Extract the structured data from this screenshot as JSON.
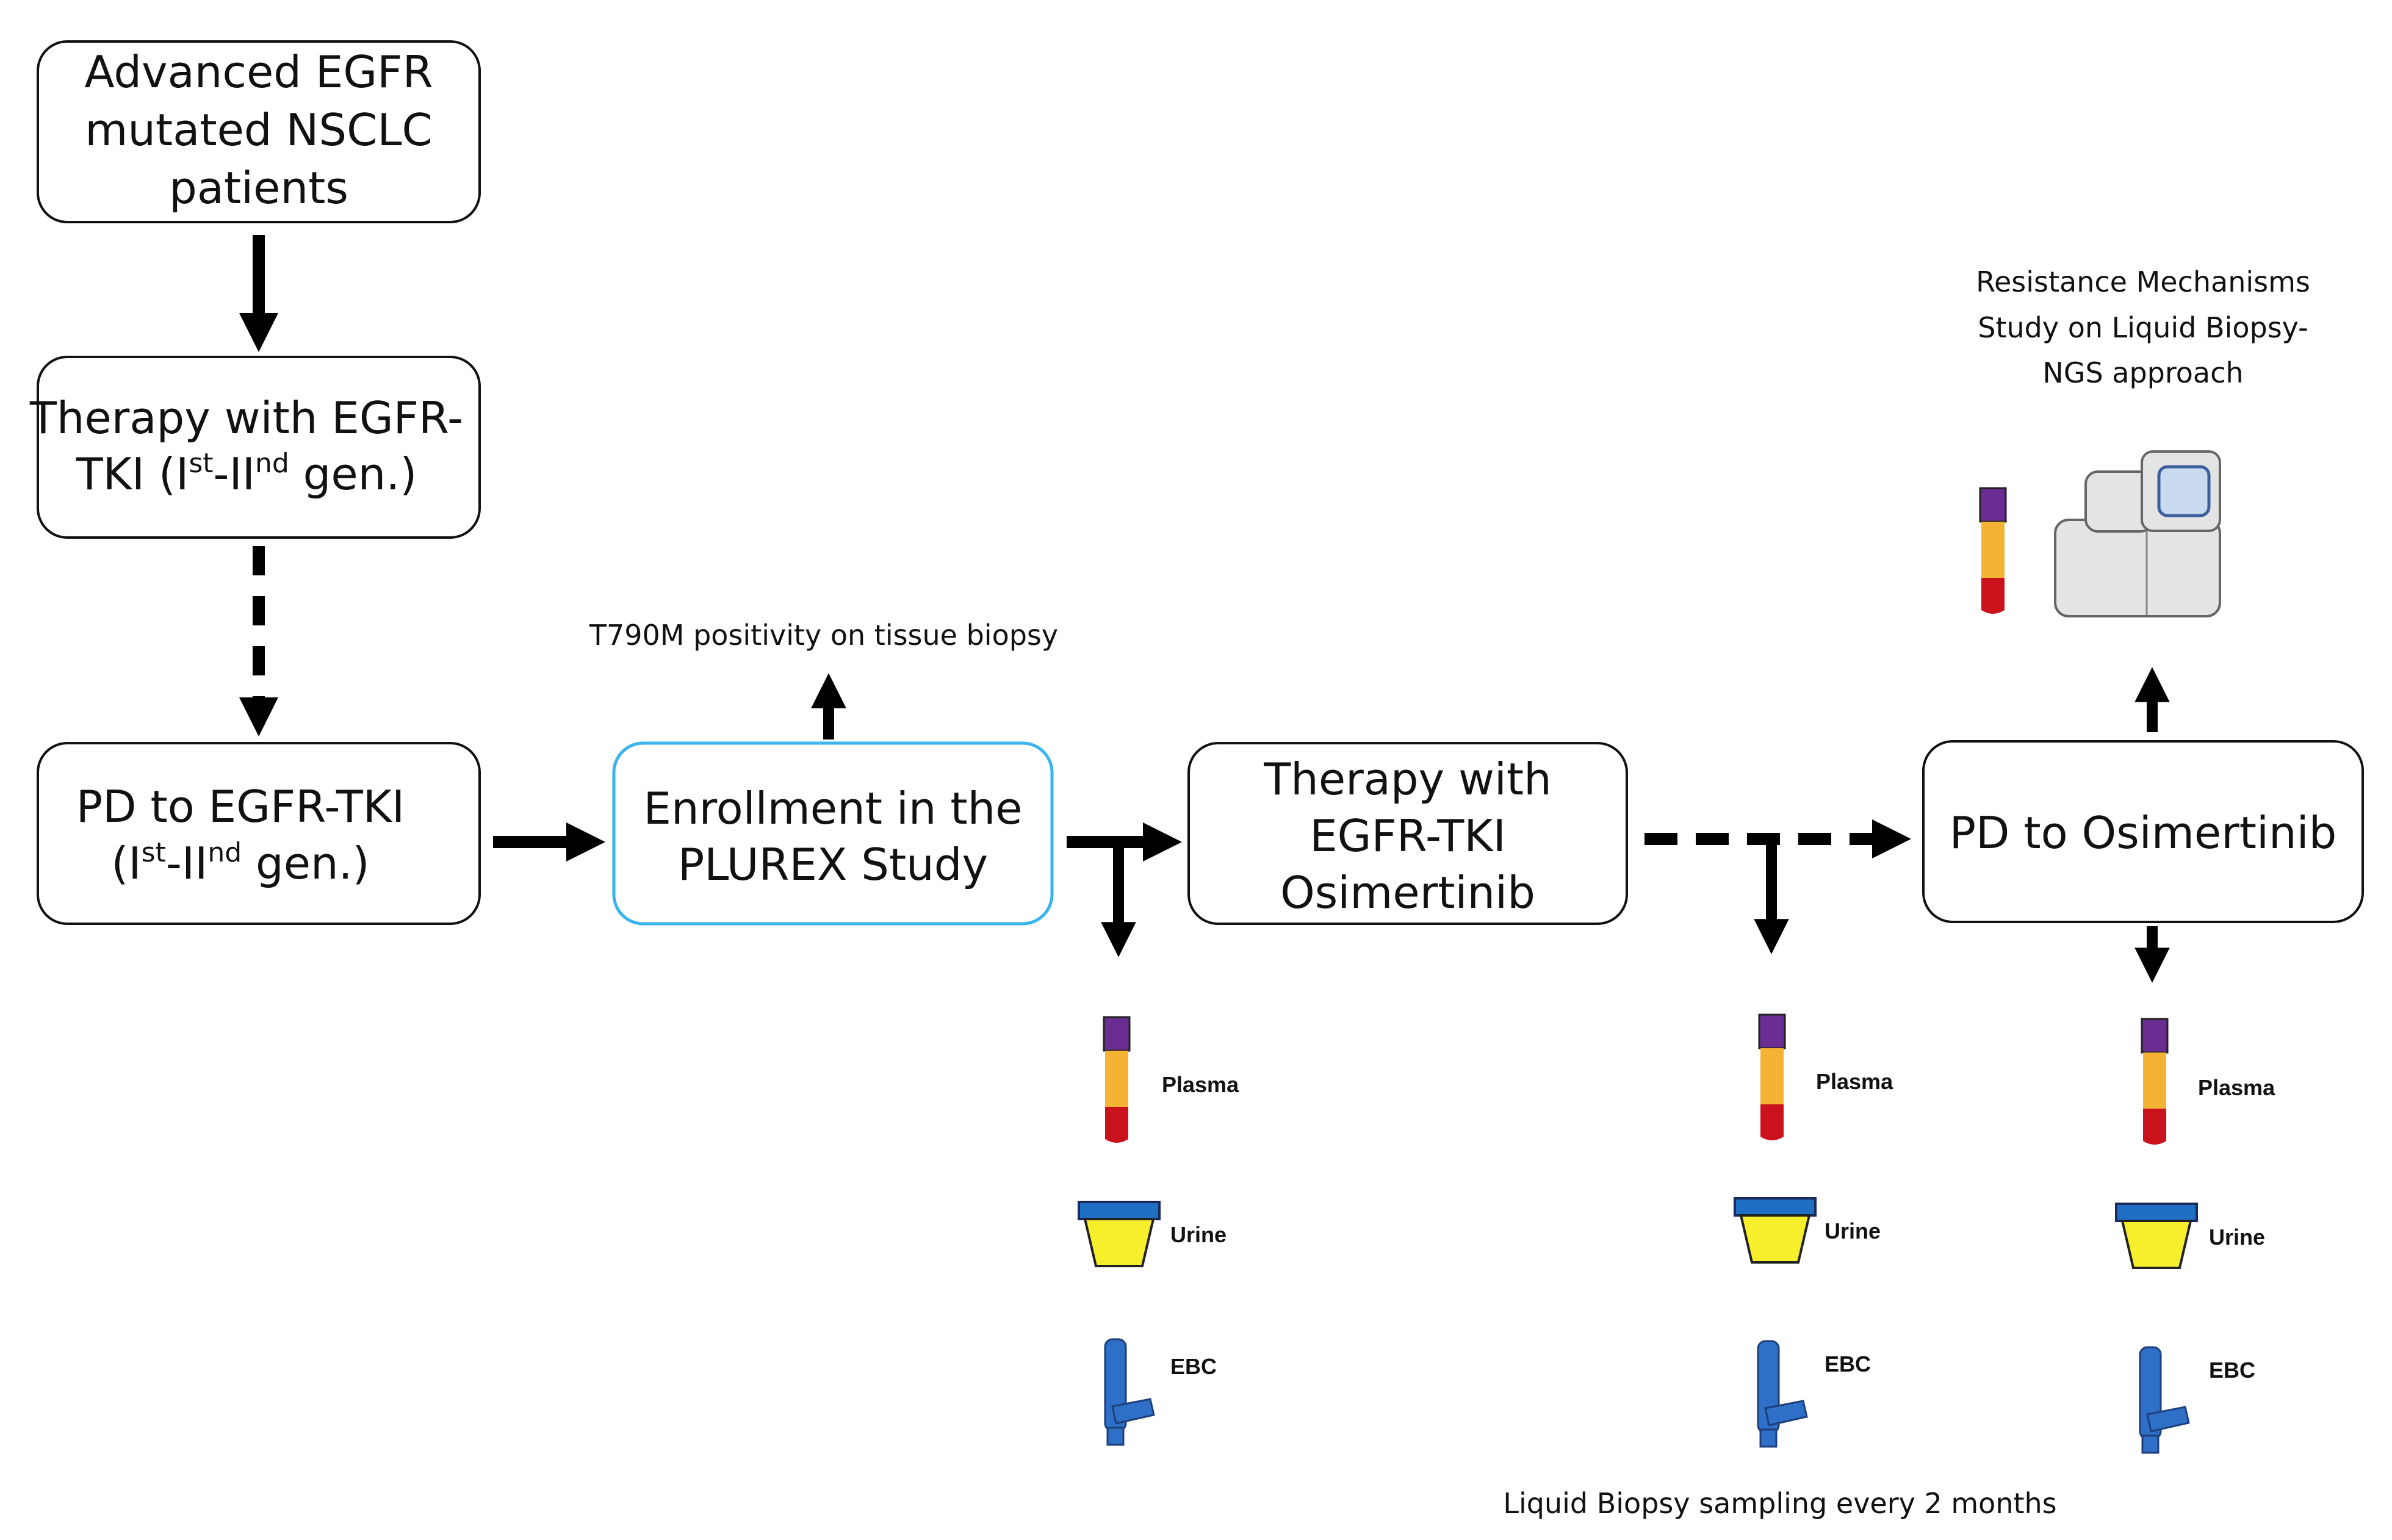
{
  "boxes": {
    "patients": {
      "lines": [
        "Advanced EGFR",
        "mutated NSCLC",
        "patients"
      ]
    },
    "first_line": {
      "line1": "Therapy with EGFR-",
      "line2_pre": "TKI (I",
      "line2_sup1": "st",
      "line2_mid": "-II",
      "line2_sup2": "nd",
      "line2_post": " gen.)"
    },
    "pd_first": {
      "line1": "PD to EGFR-TKI",
      "line2_pre": "(I",
      "line2_sup1": "st",
      "line2_mid": "-II",
      "line2_sup2": "nd",
      "line2_post": " gen.)"
    },
    "enrollment": {
      "lines": [
        "Enrollment in the",
        "PLUREX Study"
      ]
    },
    "osimertinib_therapy": {
      "lines": [
        "Therapy with",
        "EGFR-TKI",
        "Osimertinib"
      ]
    },
    "pd_osimertinib": {
      "lines": [
        "PD to Osimertinib"
      ]
    }
  },
  "annotations": {
    "t790m": "T790M positivity on tissue biopsy",
    "resistance": [
      "Resistance Mechanisms",
      "Study on Liquid Biopsy-",
      "NGS approach"
    ],
    "sampling": "Liquid Biopsy sampling every 2 months"
  },
  "samples": {
    "plasma": "Plasma",
    "urine": "Urine",
    "ebc": "EBC"
  },
  "colors": {
    "enrollment_border": "#3ab4ee",
    "tube_cap": "#6a2d91",
    "tube_plasma": "#f5b335",
    "tube_blood": "#c9121b",
    "urine_lid": "#1f6fc5",
    "urine_fill": "#f7ef2c",
    "ebc_blue": "#2e6fc8"
  },
  "icons": [
    "blood-tube-icon",
    "urine-container-icon",
    "ebc-collector-icon",
    "ngs-sequencer-icon"
  ]
}
